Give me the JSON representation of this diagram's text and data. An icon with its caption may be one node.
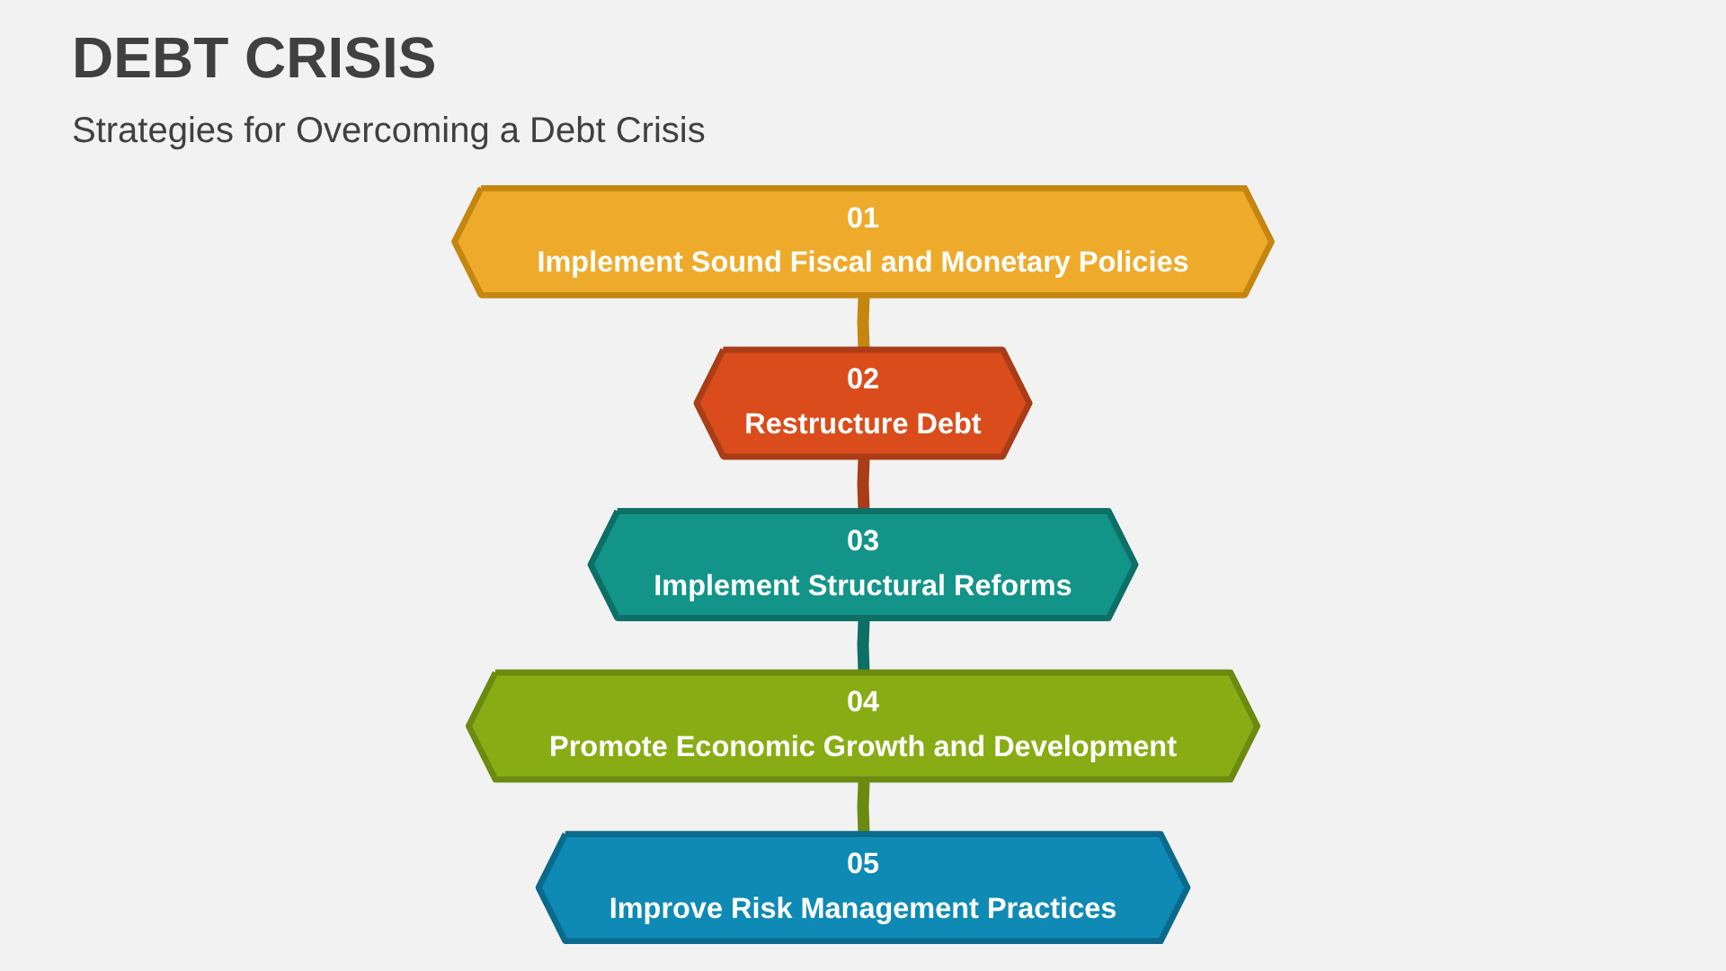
{
  "diagram": {
    "title": "DEBT CRISIS",
    "nodes": [
      {
        "text": [
          "01",
          "Implement Sound Fiscal and Monetary Policies"
        ]
      },
      {
        "text": [
          "02",
          "Restructure Debt"
        ]
      },
      {
        "text": [
          "03",
          "Implement Structural Reforms"
        ]
      },
      {
        "text": [
          "04",
          "Promote Economic Growth and Development"
        ]
      },
      {
        "text": [
          "05",
          "Improve Risk Management Practices"
        ]
      }
    ],
    "edges": [
      {
        "from": 0,
        "to": 1,
        "arrow": "none",
        "color": "#c4860f"
      },
      {
        "from": 1,
        "to": 2,
        "arrow": "none",
        "color": "#a93d17"
      },
      {
        "from": 2,
        "to": 3,
        "arrow": "none",
        "color": "#0d6f66"
      },
      {
        "from": 3,
        "to": 4,
        "arrow": "none",
        "color": "#6b8a10"
      }
    ],
    "labels": [
      "Strategies for Overcoming a Debt Crisis"
    ]
  }
}
